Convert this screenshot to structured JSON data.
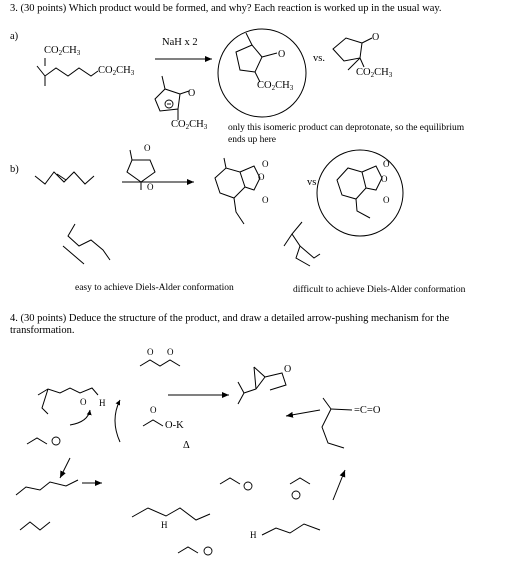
{
  "q3": {
    "header": "3.  (30 points) Which product would be formed, and why?  Each reaction is worked up in the usual way.",
    "part_a": {
      "letter": "a)",
      "reagent": "NaH x 2",
      "vs": "vs.",
      "note_line1": "only this isomeric product can deprotonate, so the equilibrium",
      "note_line2": "ends up here",
      "groups": {
        "sm_top": "CO2CH3",
        "sm_right": "CO2CH3",
        "prod1": "CO2CH3",
        "prod2": "CO2CH3",
        "enolate": "CO2CH3"
      }
    },
    "part_b": {
      "letter": "b)",
      "vs": "vs",
      "caption_left": "easy to achieve Diels-Alder conformation",
      "caption_right": "difficult to achieve Diels-Alder conformation"
    }
  },
  "q4": {
    "header_line1": "4.  (30 points) Deduce the structure of the product, and draw a detailed arrow-pushing mechanism for the",
    "header_line2": "transformation.",
    "reagent_k": "O-K",
    "heat": "Δ",
    "ketene": "=C=O"
  }
}
